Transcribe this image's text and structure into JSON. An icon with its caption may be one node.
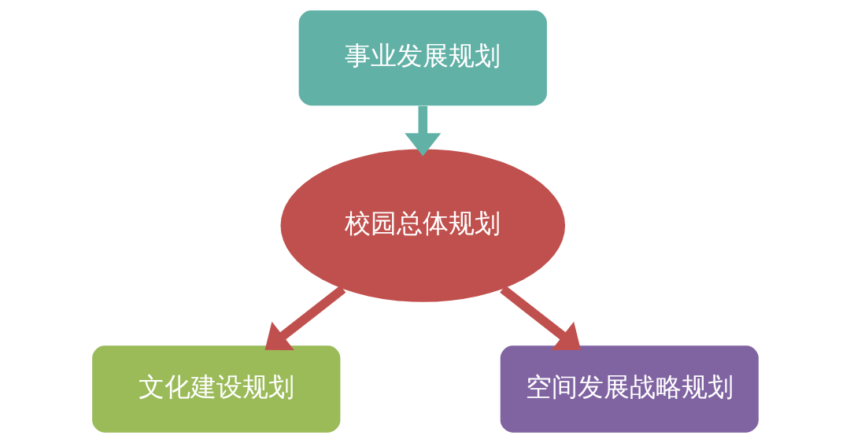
{
  "diagram": {
    "nodes": [
      {
        "text": [
          "事业发展规划"
        ]
      },
      {
        "text": [
          "校园总体规划"
        ]
      },
      {
        "text": [
          "文化建设规划"
        ]
      },
      {
        "text": [
          "空间发展战略规划"
        ]
      }
    ],
    "edges": [
      {
        "from": 0,
        "to": 1,
        "arrow": "to",
        "color": "#62b1a6"
      },
      {
        "from": 1,
        "to": 2,
        "arrow": "to"
      },
      {
        "from": 1,
        "to": 3,
        "arrow": "to"
      }
    ]
  }
}
